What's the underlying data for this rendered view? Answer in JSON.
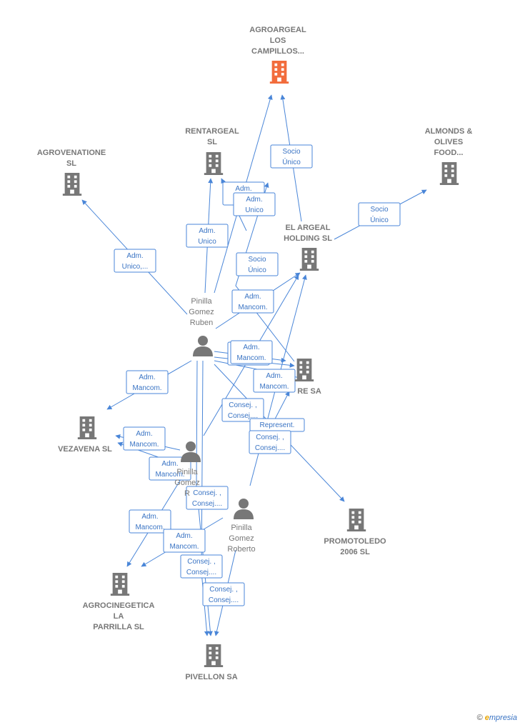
{
  "colors": {
    "edge": "#4a86d8",
    "company": "#777777",
    "focus": "#f26c3c",
    "person": "#777777",
    "label": "#777777"
  },
  "nodes": [
    {
      "id": "agroargeal",
      "type": "company",
      "focus": true,
      "lines": [
        "AGROARGEAL",
        "LOS",
        "CAMPILLOS..."
      ]
    },
    {
      "id": "rentargeal",
      "type": "company",
      "lines": [
        "RENTARGEAL",
        "SL"
      ]
    },
    {
      "id": "agrovenatione",
      "type": "company",
      "lines": [
        "AGROVENATIONE",
        "SL"
      ]
    },
    {
      "id": "almonds",
      "type": "company",
      "lines": [
        "ALMONDS &",
        "OLIVES",
        "FOOD..."
      ]
    },
    {
      "id": "elargeal",
      "type": "company",
      "lines": [
        "EL ARGEAL",
        "HOLDING  SL"
      ]
    },
    {
      "id": "ruben",
      "type": "person",
      "lines": [
        "Pinilla",
        "Gomez",
        "Ruben"
      ]
    },
    {
      "id": "resa",
      "type": "company",
      "lines": [
        "RE SA"
      ]
    },
    {
      "id": "vezavena",
      "type": "company",
      "lines": [
        "VEZAVENA  SL"
      ]
    },
    {
      "id": "person2",
      "type": "person",
      "lines": [
        "Pinilla",
        "Gomez",
        "R"
      ]
    },
    {
      "id": "roberto",
      "type": "person",
      "lines": [
        "Pinilla",
        "Gomez",
        "Roberto"
      ]
    },
    {
      "id": "promotoledo",
      "type": "company",
      "lines": [
        "PROMOTOLEDO",
        "2006 SL"
      ]
    },
    {
      "id": "agrocinegetica",
      "type": "company",
      "lines": [
        "AGROCINEGETICA",
        "LA",
        "PARRILLA SL"
      ]
    },
    {
      "id": "pivellon",
      "type": "company",
      "lines": [
        "PIVELLON SA"
      ]
    }
  ],
  "edges": [
    {
      "id": "e1",
      "lines": [
        "Socio",
        "Único"
      ]
    },
    {
      "id": "e2",
      "lines": [
        "Adm.",
        "Unico"
      ]
    },
    {
      "id": "e3",
      "lines": [
        "Adm.",
        "Unico"
      ]
    },
    {
      "id": "e4",
      "lines": [
        "Adm.",
        "Unico"
      ]
    },
    {
      "id": "e5",
      "lines": [
        "Socio",
        "Único"
      ]
    },
    {
      "id": "e6",
      "lines": [
        "Adm.",
        "Unico,..."
      ]
    },
    {
      "id": "e7",
      "lines": [
        "Socio",
        "Único"
      ]
    },
    {
      "id": "e8",
      "lines": [
        "Adm.",
        "Mancom."
      ]
    },
    {
      "id": "e9",
      "lines": [
        "Adm.",
        "Mancom."
      ]
    },
    {
      "id": "e10",
      "lines": [
        "Adm.",
        "Mancom."
      ]
    },
    {
      "id": "e11",
      "lines": [
        "Adm.",
        "Mancom."
      ]
    },
    {
      "id": "e12",
      "lines": [
        "Consej. ,",
        "Consej...."
      ]
    },
    {
      "id": "e13",
      "lines": [
        "Represent."
      ]
    },
    {
      "id": "e14",
      "lines": [
        "Consej. ,",
        "Consej...."
      ]
    },
    {
      "id": "e15",
      "lines": [
        "Adm.",
        "Mancom."
      ]
    },
    {
      "id": "e16",
      "lines": [
        "Adm.",
        "Mancom."
      ]
    },
    {
      "id": "e17",
      "lines": [
        "Adm.",
        "Mancom."
      ]
    },
    {
      "id": "e18",
      "lines": [
        "Consej. ,",
        "Consej...."
      ]
    },
    {
      "id": "e19",
      "lines": [
        "Adm.",
        "Mancom."
      ]
    },
    {
      "id": "e20",
      "lines": [
        "Adm.",
        "Mancom."
      ]
    },
    {
      "id": "e21",
      "lines": [
        "Consej. ,",
        "Consej...."
      ]
    },
    {
      "id": "e22",
      "lines": [
        "Consej. ,",
        "Consej...."
      ]
    }
  ],
  "brand": {
    "copyright": "©",
    "e": "e",
    "rest": "mpresia"
  }
}
